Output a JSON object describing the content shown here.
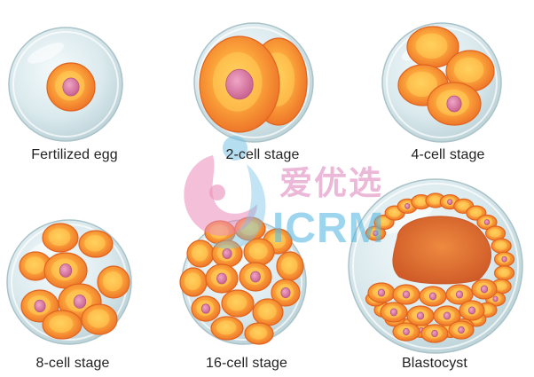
{
  "stages": [
    {
      "id": "fertilized-egg",
      "label": "Fertilized egg"
    },
    {
      "id": "2-cell",
      "label": "2-cell stage"
    },
    {
      "id": "4-cell",
      "label": "4-cell stage"
    },
    {
      "id": "8-cell",
      "label": "8-cell stage"
    },
    {
      "id": "16-cell",
      "label": "16-cell stage"
    },
    {
      "id": "blastocyst",
      "label": "Blastocyst"
    }
  ],
  "watermark": {
    "chinese": "爱优选",
    "english": "ICRM"
  },
  "colors": {
    "cell_outer": "#f28a2f",
    "cell_inner": "#ffc64f",
    "nucleus": "#d87aa3",
    "zona_fill": "#dcecf0",
    "zona_edge": "#b8cfd4",
    "cavity": "#de6a2f",
    "watermark_pink": "#e28cbe",
    "watermark_blue": "#5ab9e1"
  }
}
